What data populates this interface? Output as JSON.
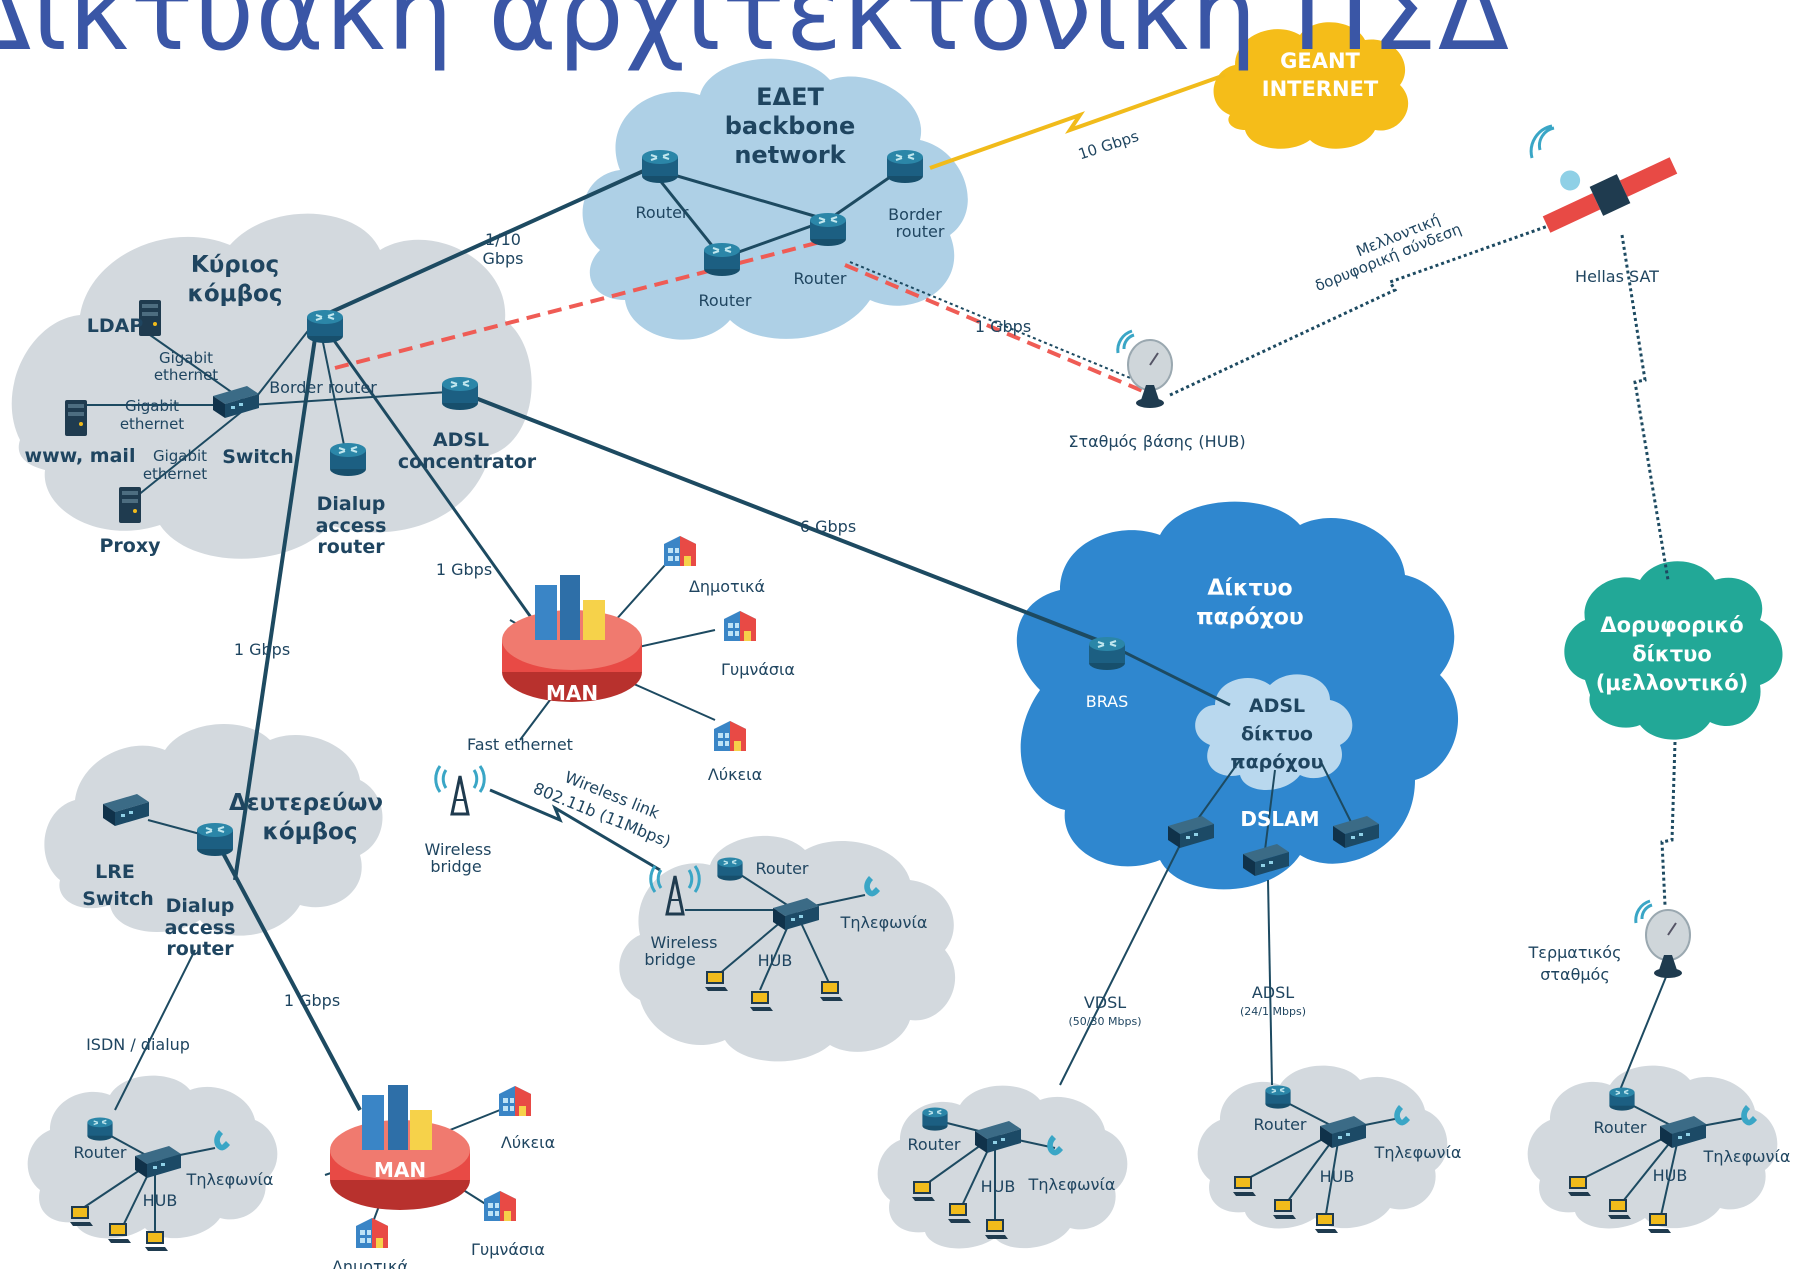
{
  "title": "Δικτυακή αρχιτεκτονική ΠΣΔ",
  "colors": {
    "gray_cloud": "#d3d9de",
    "blue_cloud": "#aed0e6",
    "provider_cloud": "#2f87cf",
    "satellite_cloud": "#22a897",
    "geant_cloud": "#f5bd19",
    "man": "#e84a45",
    "line": "#1d4a61",
    "router": "#1c5f82",
    "dashed_red": "#ef5c55",
    "bolt": "#f1bb1b"
  },
  "edet": {
    "title_lines": [
      "ΕΔΕΤ",
      "backbone",
      "network"
    ],
    "router_a": "Router",
    "router_b": "Router",
    "router_c": "Router",
    "border_router_lines": [
      "Border",
      "router"
    ]
  },
  "geant": {
    "lines": [
      "GEANT",
      "INTERNET"
    ],
    "speed": "10 Gbps"
  },
  "link_labels": {
    "backbone_lines": [
      "1/10",
      "Gbps"
    ],
    "hub_link": "1 Gbps",
    "provider_link": "6 Gbps",
    "man_link": "1 Gbps",
    "secondary_link": "1 Gbps",
    "man2_link": "1 Gbps",
    "isdn": "ISDN / dialup",
    "fast_ethernet": "Fast ethernet",
    "wireless_link_lines": [
      "Wireless link",
      "802.11b (11Mbps)"
    ]
  },
  "main_node": {
    "title_lines": [
      "Κύριος",
      "κόμβος"
    ],
    "ldap": "LDAP",
    "gigabit_1": [
      "Gigabit",
      "ethernet"
    ],
    "gigabit_2": [
      "Gigabit",
      "ethernet"
    ],
    "gigabit_3": [
      "Gigabit",
      "ethernet"
    ],
    "www": "www, mail",
    "switch": "Switch",
    "proxy": "Proxy",
    "border_router": "Border router",
    "adsl_lines": [
      "ADSL",
      "concentrator"
    ],
    "dialup_lines": [
      "Dialup",
      "access",
      "router"
    ]
  },
  "satellite": {
    "future_link_lines": [
      "Μελλοντική",
      "δορυφορική σύνδεση"
    ],
    "hellas_sat": "Hellas SAT",
    "hub_station": "Σταθμός βάσης (HUB)",
    "network_lines": [
      "Δορυφορικό",
      "δίκτυο",
      "(μελλοντικό)"
    ],
    "terminal_lines": [
      "Τερματικός",
      "σταθμός"
    ]
  },
  "man1": {
    "label": "MAN",
    "dimotika": "Δημοτικά",
    "gymnasia": "Γυμνάσια",
    "lykeia": "Λύκεια"
  },
  "man2": {
    "label": "MAN",
    "lykeia": "Λύκεια",
    "gymnasia": "Γυμνάσια",
    "dimotika": "Δημοτικά"
  },
  "wireless": {
    "bridge_lines": [
      "Wireless",
      "bridge"
    ],
    "remote_bridge_lines": [
      "Wireless",
      "bridge"
    ],
    "router": "Router",
    "hub": "HUB",
    "phone": "Τηλεφωνία"
  },
  "provider": {
    "title_lines": [
      "Δίκτυο",
      "παρόχου"
    ],
    "bras": "BRAS",
    "adsl_lines": [
      "ADSL",
      "δίκτυο",
      "παρόχου"
    ],
    "dslam": "DSLAM",
    "vdsl": "VDSL",
    "vdsl_speed": "(50/30 Mbps)",
    "adsl": "ADSL",
    "adsl_speed": "(24/1 Mbps)"
  },
  "secondary_node": {
    "title_lines": [
      "Δευτερεύων",
      "κόμβος"
    ],
    "lre_lines": [
      "LRE",
      "Switch"
    ],
    "dialup_lines": [
      "Dialup",
      "access",
      "router"
    ]
  },
  "lan_isdn": {
    "router": "Router",
    "hub": "HUB",
    "phone": "Τηλεφωνία"
  },
  "lan_vdsl": {
    "router": "Router",
    "hub": "HUB",
    "phone": "Τηλεφωνία"
  },
  "lan_adsl": {
    "router": "Router",
    "hub": "HUB",
    "phone": "Τηλεφωνία"
  },
  "lan_sat": {
    "router": "Router",
    "hub": "HUB",
    "phone": "Τηλεφωνία"
  }
}
